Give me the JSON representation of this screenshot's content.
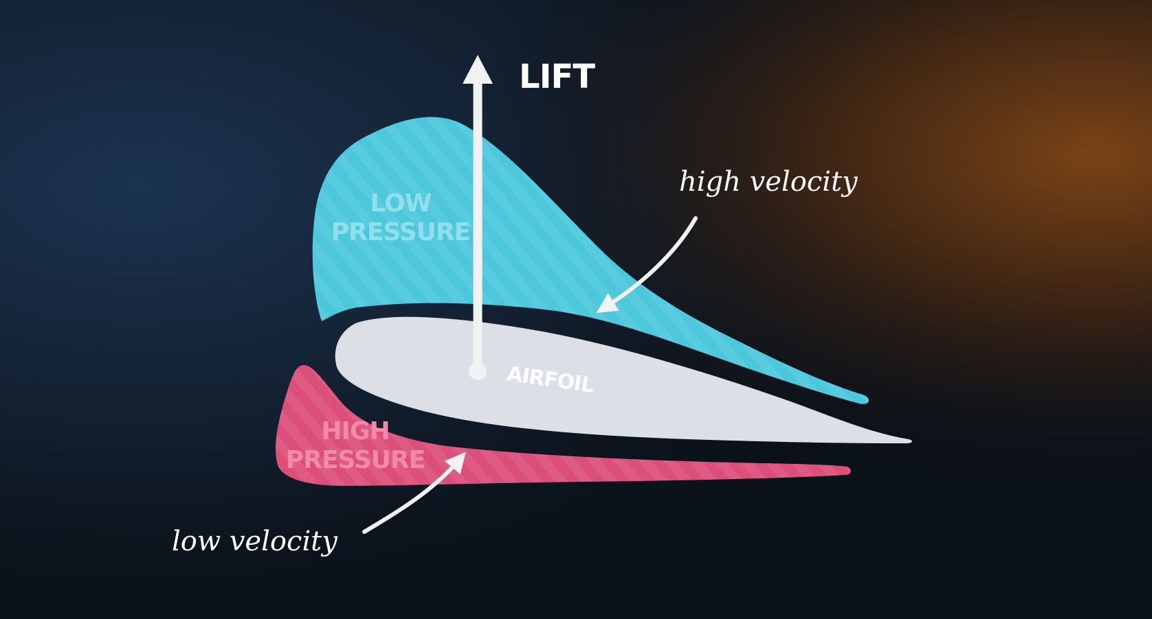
{
  "labels": {
    "lift": "LIFT",
    "low_pressure_line1": "LOW",
    "low_pressure_line2": "PRESSURE",
    "high_pressure_line1": "HIGH",
    "high_pressure_line2": "PRESSURE",
    "airfoil": "AIRFOIL",
    "high_velocity": "high velocity",
    "low_velocity": "low velocity"
  },
  "colors": {
    "low_pressure": "#4cc7dc",
    "low_pressure_text": "#8fe0ec",
    "high_pressure": "#dc4f7a",
    "high_pressure_text": "#f08aa6",
    "airfoil": "#dcdfe6",
    "airfoil_text": "#ffffff",
    "arrow": "#f2f2f2",
    "text": "#ffffff",
    "background_dark": "#0b1119",
    "background_blue": "#16283d",
    "background_orange": "#6a3a14"
  }
}
